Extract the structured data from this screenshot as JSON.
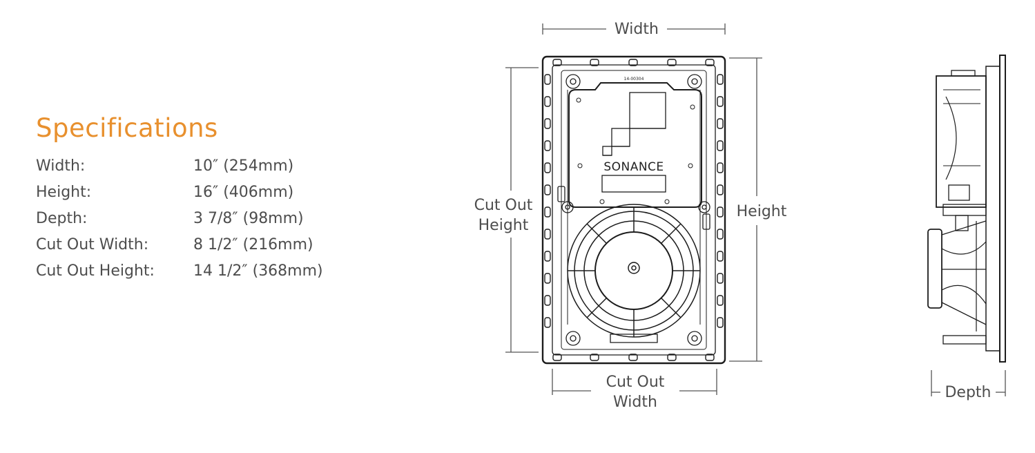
{
  "specifications": {
    "title": "Specifications",
    "rows": [
      {
        "label": "Width:",
        "value": "10″ (254mm)"
      },
      {
        "label": "Height:",
        "value": "16″ (406mm)"
      },
      {
        "label": "Depth:",
        "value": "3 7/8″ (98mm)"
      },
      {
        "label": "Cut Out Width:",
        "value": "8 1/2″ (216mm)"
      },
      {
        "label": "Cut Out Height:",
        "value": "14 1/2″ (368mm)"
      }
    ]
  },
  "diagram": {
    "width_label": "Width",
    "height_label": "Height",
    "cutout_height_label_line1": "Cut Out",
    "cutout_height_label_line2": "Height",
    "cutout_width_label_line1": "Cut Out",
    "cutout_width_label_line2": "Width",
    "depth_label": "Depth",
    "brand_label": "SONANCE",
    "part_label": "14-00304"
  },
  "colors": {
    "accent": "#e8902e",
    "text": "#4d4d4d",
    "line": "#222222"
  }
}
